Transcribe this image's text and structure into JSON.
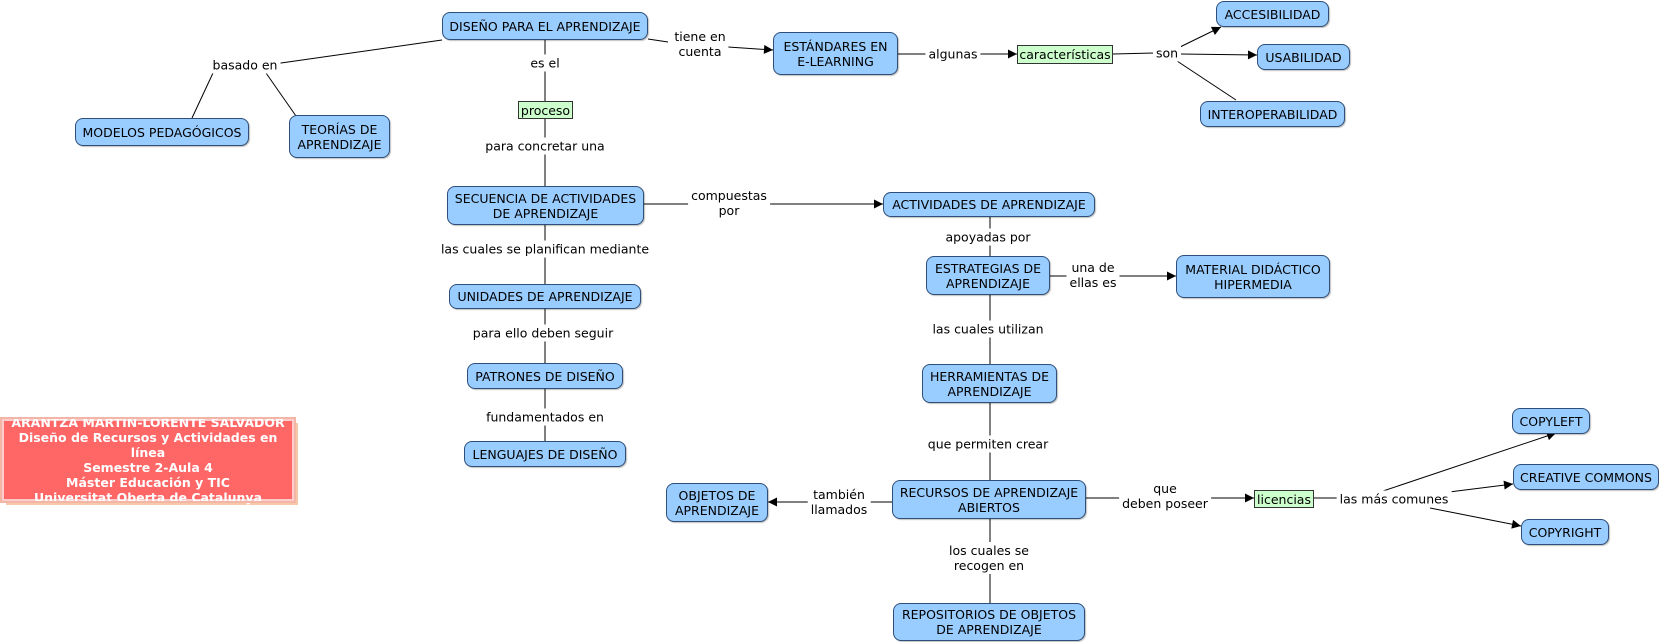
{
  "nodes": {
    "diseno": "DISEÑO PARA EL APRENDIZAJE",
    "estandares": "ESTÁNDARES EN\nE-LEARNING",
    "accesibilidad": "ACCESIBILIDAD",
    "usabilidad": "USABILIDAD",
    "interoperabilidad": "INTEROPERABILIDAD",
    "modelos": "MODELOS PEDAGÓGICOS",
    "teorias": "TEORÍAS DE\nAPRENDIZAJE",
    "secuencia": "SECUENCIA DE ACTIVIDADES\nDE APRENDIZAJE",
    "actividades": "ACTIVIDADES DE APRENDIZAJE",
    "unidades": "UNIDADES DE APRENDIZAJE",
    "estrategias": "ESTRATEGIAS DE\nAPRENDIZAJE",
    "material": "MATERIAL DIDÁCTICO\nHIPERMEDIA",
    "patrones": "PATRONES DE DISEÑO",
    "herramientas": "HERRAMIENTAS DE\nAPRENDIZAJE",
    "lenguajes": "LENGUAJES DE DISEÑO",
    "objetos": "OBJETOS DE\nAPRENDIZAJE",
    "recursos": "RECURSOS DE APRENDIZAJE\nABIERTOS",
    "repositorios": "REPOSITORIOS DE OBJETOS\nDE APRENDIZAJE",
    "copyleft": "COPYLEFT",
    "creative": "CREATIVE COMMONS",
    "copyright": "COPYRIGHT"
  },
  "green_nodes": {
    "proceso": "proceso",
    "caracteristicas": "características",
    "licencias": "licencias"
  },
  "links": {
    "basado_en": "basado en",
    "es_el": "es el",
    "tiene_en_cuenta": "tiene en\ncuenta",
    "algunas": "algunas",
    "son": "son",
    "para_concretar": "para concretar una",
    "compuestas_por": "compuestas\npor",
    "se_planifican": "las cuales se planifican mediante",
    "apoyadas_por": "apoyadas por",
    "una_de_ellas": "una de\nellas es",
    "deben_seguir": "para ello deben seguir",
    "utilizan": "las cuales utilizan",
    "fundamentados": "fundamentados en",
    "permiten_crear": "que permiten crear",
    "tambien_llamados": "también\nllamados",
    "deben_poseer": "que\ndeben poseer",
    "mas_comunes": "las más comunes",
    "se_recogen": "los cuales se\nrecogen en"
  },
  "author": {
    "line1": "ARANTZA MARTÍN-LORENTE SALVADOR",
    "line2": "Diseño de Recursos y Actividades en línea",
    "line3": "Semestre 2-Aula 4",
    "line4": "Máster Educación y TIC",
    "line5": "Universitat Oberta de Catalunya"
  },
  "colors": {
    "concept_fill": "#99ccff",
    "keyword_fill": "#ccffcc",
    "author_fill": "#ff6666"
  }
}
